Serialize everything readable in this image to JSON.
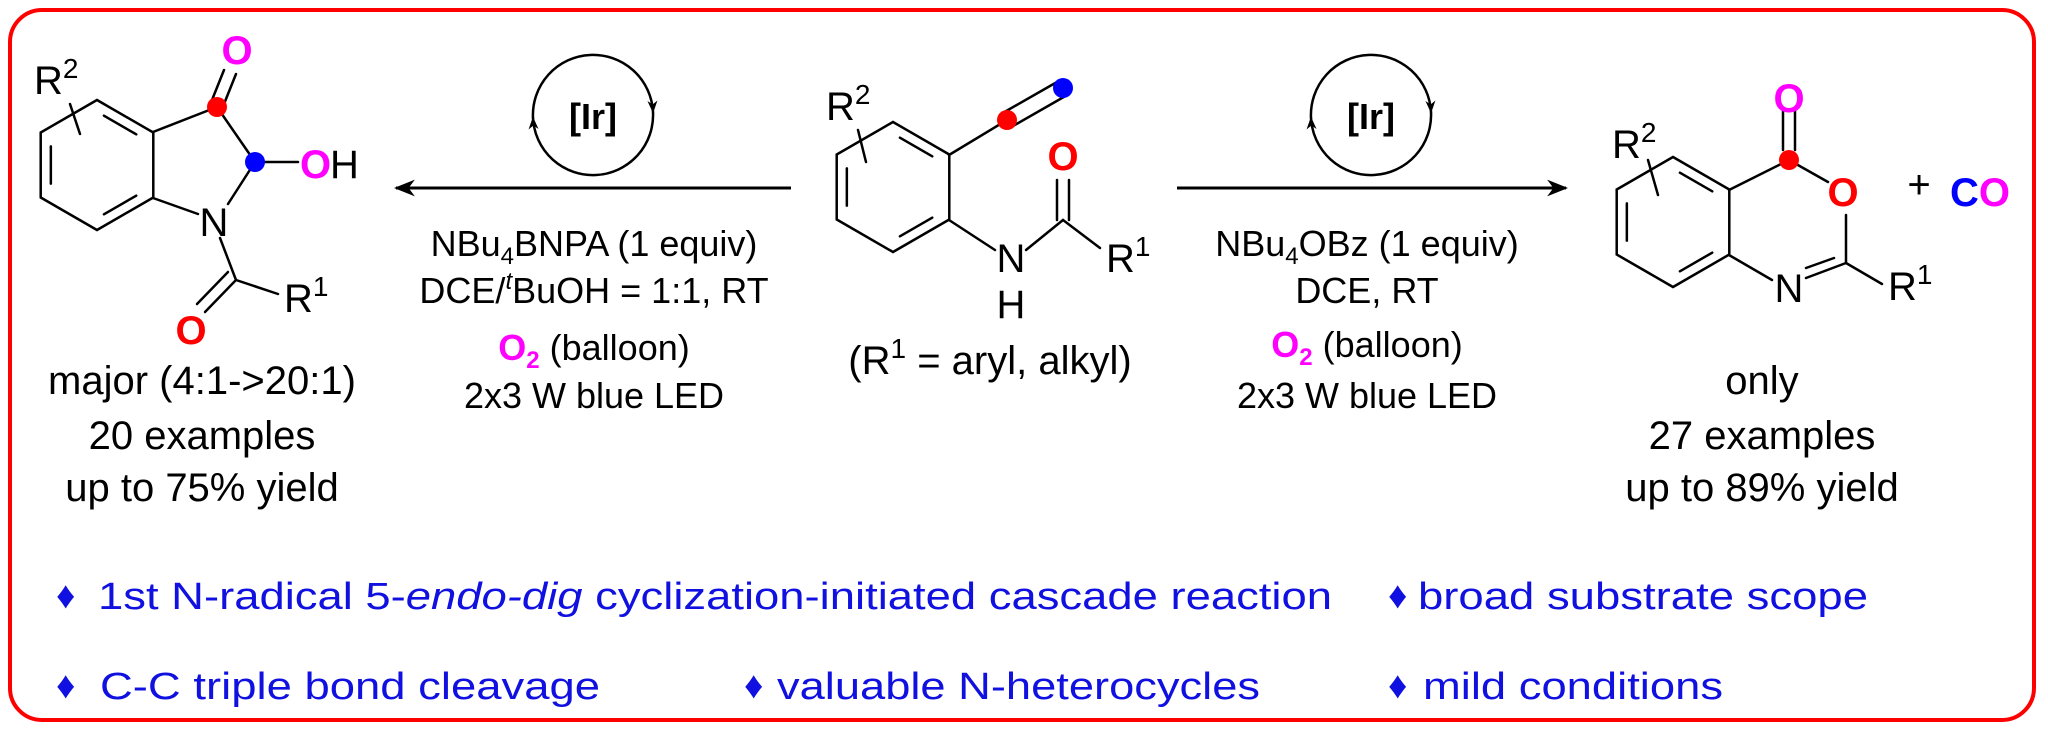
{
  "colors": {
    "frame": "#ff0000",
    "red_atom": "#ff0000",
    "magenta_atom": "#ff00ff",
    "blue_atom": "#0000ff",
    "highlight_text": "#1010e0"
  },
  "left_product": {
    "r2": "R",
    "r2_sup": "2",
    "o_top": "O",
    "oh_o": "O",
    "oh_h": "H",
    "n": "N",
    "r1": "R",
    "r1_sup": "1",
    "o_carbonyl": "O",
    "notes": [
      "major (4:1->20:1)",
      "20 examples",
      "up to 75% yield"
    ]
  },
  "left_conditions": {
    "catalyst": "[Ir]",
    "line1": {
      "a": "NBu",
      "sub": "4",
      "b": "BNPA (1 equiv)"
    },
    "line2": {
      "a": "DCE/",
      "sup": "t",
      "b": "BuOH = 1:1, RT"
    },
    "line3": {
      "o": "O",
      "sub": "2",
      "b": " (balloon)"
    },
    "line4": "2x3 W blue LED"
  },
  "reactant": {
    "r2": "R",
    "r2_sup": "2",
    "o": "O",
    "n": "N",
    "h": "H",
    "r1": "R",
    "r1_sup": "1",
    "note": {
      "a": "(R",
      "sup": "1",
      "b": " = aryl, alkyl)"
    }
  },
  "right_conditions": {
    "catalyst": "[Ir]",
    "line1": {
      "a": "NBu",
      "sub": "4",
      "b": "OBz (1 equiv)"
    },
    "line2": "DCE, RT",
    "line3": {
      "o": "O",
      "sub": "2",
      "b": " (balloon)"
    },
    "line4": "2x3 W blue LED"
  },
  "right_product": {
    "r2": "R",
    "r2_sup": "2",
    "o_top": "O",
    "o_ring": "O",
    "n": "N",
    "r1": "R",
    "r1_sup": "1",
    "plus": "+",
    "co_c": "C",
    "co_o": "O",
    "notes": [
      "only",
      "27 examples",
      "up to 89% yield"
    ]
  },
  "highlights": {
    "bullet": "♦",
    "h1": {
      "a": "1st N-radical 5-",
      "italic": "endo-dig",
      "b": " cyclization-initiated cascade reaction"
    },
    "h2": "broad substrate scope",
    "h3": "C-C triple bond cleavage",
    "h4": "valuable N-heterocycles",
    "h5": "mild conditions"
  }
}
